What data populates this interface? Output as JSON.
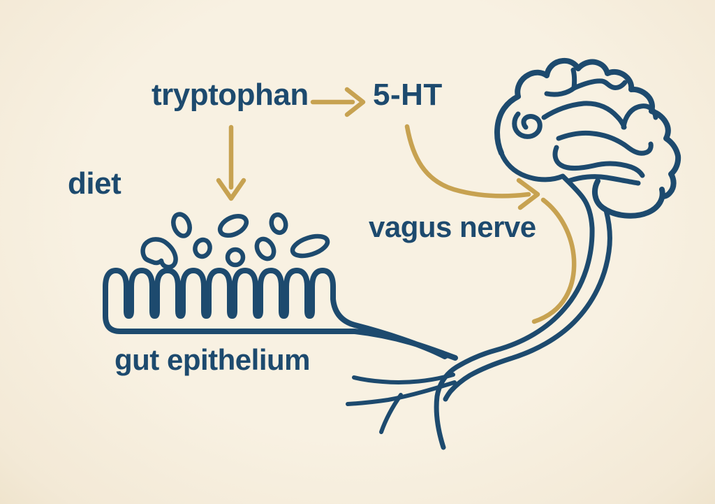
{
  "colors": {
    "background": "#f8f1e2",
    "navy": "#1d4a6e",
    "gold": "#c7a251"
  },
  "labels": {
    "tryptophan": "tryptophan",
    "serotonin": "5-HT",
    "diet": "diet",
    "gut_epithelium": "gut epithelium",
    "vagus_nerve": "vagus nerve"
  },
  "diagram": {
    "type": "flow-diagram",
    "nodes": [
      "diet",
      "tryptophan",
      "5-HT",
      "gut epithelium",
      "vagus nerve",
      "brain"
    ],
    "edges": [
      {
        "from": "tryptophan",
        "to": "5-HT",
        "style": "gold-arrow"
      },
      {
        "from": "tryptophan",
        "to": "gut bacteria",
        "style": "gold-arrow"
      },
      {
        "from": "5-HT",
        "to": "brain",
        "via": "vagus nerve",
        "style": "gold-curved-arrow"
      }
    ],
    "icons": [
      "brain-icon",
      "gut-epithelium-icon",
      "bacteria-icon",
      "vagus-nerve-icon"
    ]
  }
}
